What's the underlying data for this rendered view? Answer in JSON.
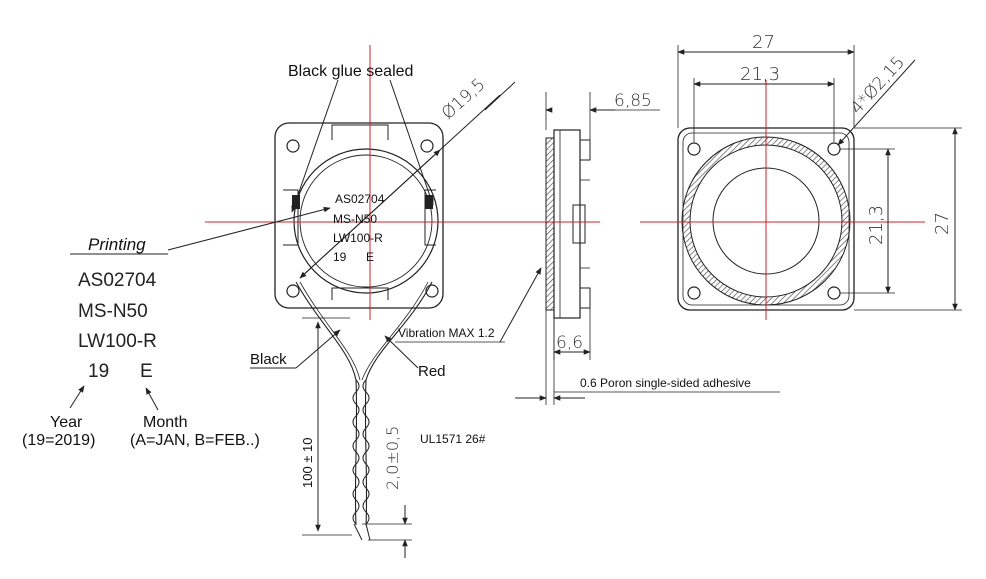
{
  "front_view": {
    "black_glue_label": "Black glue sealed",
    "diameter_label": "Ø19,5",
    "print_lines": [
      "AS02704",
      "MS-N50",
      "LW100-R"
    ],
    "print_code_year": "19",
    "print_code_month": "E",
    "black_wire_label": "Black",
    "red_wire_label": "Red",
    "wire_length_label": "100 ± 10",
    "strip_length_label": "2,0±0,5",
    "wire_spec_label": "UL1571 26#"
  },
  "printing_legend": {
    "title": "Printing",
    "lines": [
      "AS02704",
      "MS-N50",
      "LW100-R"
    ],
    "year_code": "19",
    "month_code": "E",
    "year_label": "Year",
    "year_note": "(19=2019)",
    "month_label": "Month",
    "month_note": "(A=JAN, B=FEB..)"
  },
  "side_view": {
    "thickness_label": "6,85",
    "body_label": "6,6",
    "vibration_label": "Vibration MAX 1.2",
    "adhesive_label": "0.6 Poron single-sided adhesive"
  },
  "rear_view": {
    "width_label": "27",
    "hole_spacing_label": "21,3",
    "hole_label": "4*Ø2,15",
    "height_label": "27",
    "hole_spacing_v_label": "21,3"
  },
  "colors": {
    "line": "#222222",
    "centerline": "#d0202a",
    "dimension": "#444444"
  }
}
